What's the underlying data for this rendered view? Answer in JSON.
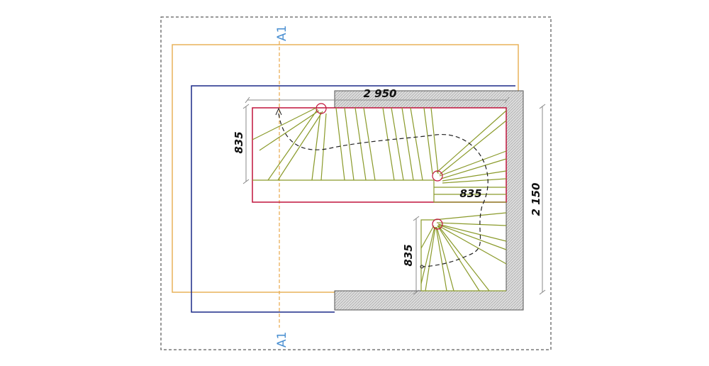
{
  "drawing": {
    "section_marker_top": "A1",
    "section_marker_bottom": "A1",
    "dimensions": {
      "overall_width": "2 950",
      "overall_depth": "2 150",
      "upper_flight_width": "835",
      "landing_width": "835",
      "lower_flight_width": "835"
    },
    "colors": {
      "frame": "#333333",
      "outline_orange": "#e8b25a",
      "outline_blue": "#1c2a88",
      "stair_red": "#c0143c",
      "tread": "#8a9a2a",
      "wall_fill": "#d8d8d8",
      "wall_stroke": "#555555",
      "section_line": "#e8a84a",
      "section_text": "#4a8fd1",
      "dim_line": "#888888"
    }
  }
}
